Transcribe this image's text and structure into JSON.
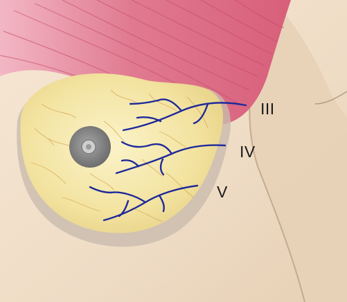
{
  "labels": {
    "iii": "III",
    "iv": "IV",
    "v": "V"
  },
  "colors": {
    "background": "#ffffff",
    "skin": "#efdcc5",
    "skin_shadow": "#d9c0a4",
    "muscle": "#dd6f87",
    "muscle_light": "#f2b0be",
    "breast_fat": "#f3e6a6",
    "breast_lobule_line": "#d3a24a",
    "breast_shadow": "#bfb2a4",
    "nipple_outer": "#8a8a8a",
    "nipple_inner": "#d8d8d8",
    "nerve": "#1e2a9a",
    "label_text": "#1a1a1a"
  }
}
